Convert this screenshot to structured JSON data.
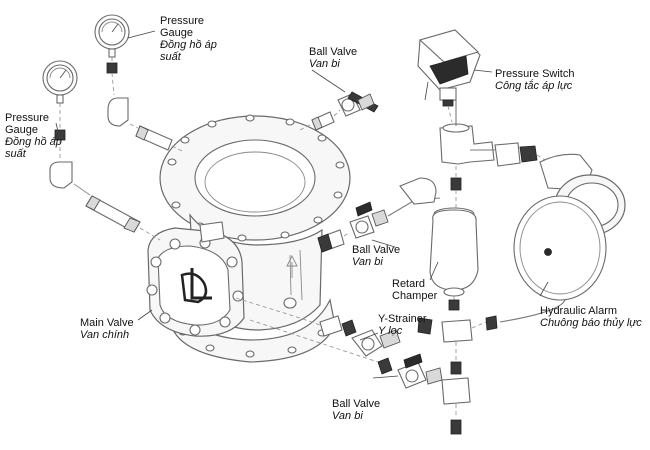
{
  "labels": {
    "pressure_gauge_left": {
      "en": "Pressure Gauge",
      "vi": "Đồng hồ áp suất"
    },
    "pressure_gauge_top": {
      "en": "Pressure Gauge",
      "vi": "Đồng hồ áp suất"
    },
    "ball_valve_top": {
      "en": "Ball Valve",
      "vi": "Van bi"
    },
    "pressure_switch": {
      "en": "Pressure Switch",
      "vi": "Công tắc áp lực"
    },
    "ball_valve_mid": {
      "en": "Ball Valve",
      "vi": "Van bi"
    },
    "retard_chamber": {
      "en": "Retard Champer"
    },
    "hydraulic_alarm": {
      "en": "Hydraulic Alarm",
      "vi": "Chuông báo thủy lực"
    },
    "main_valve": {
      "en": "Main Valve",
      "vi": "Van chính"
    },
    "y_strainer": {
      "en": "Y-Strainer",
      "vi": "Y lọc"
    },
    "ball_valve_bottom": {
      "en": "Ball Valve",
      "vi": "Van bi"
    }
  },
  "colors": {
    "line": "#6a6a6a",
    "dark_part": "#2b2b2b",
    "text": "#111111"
  }
}
